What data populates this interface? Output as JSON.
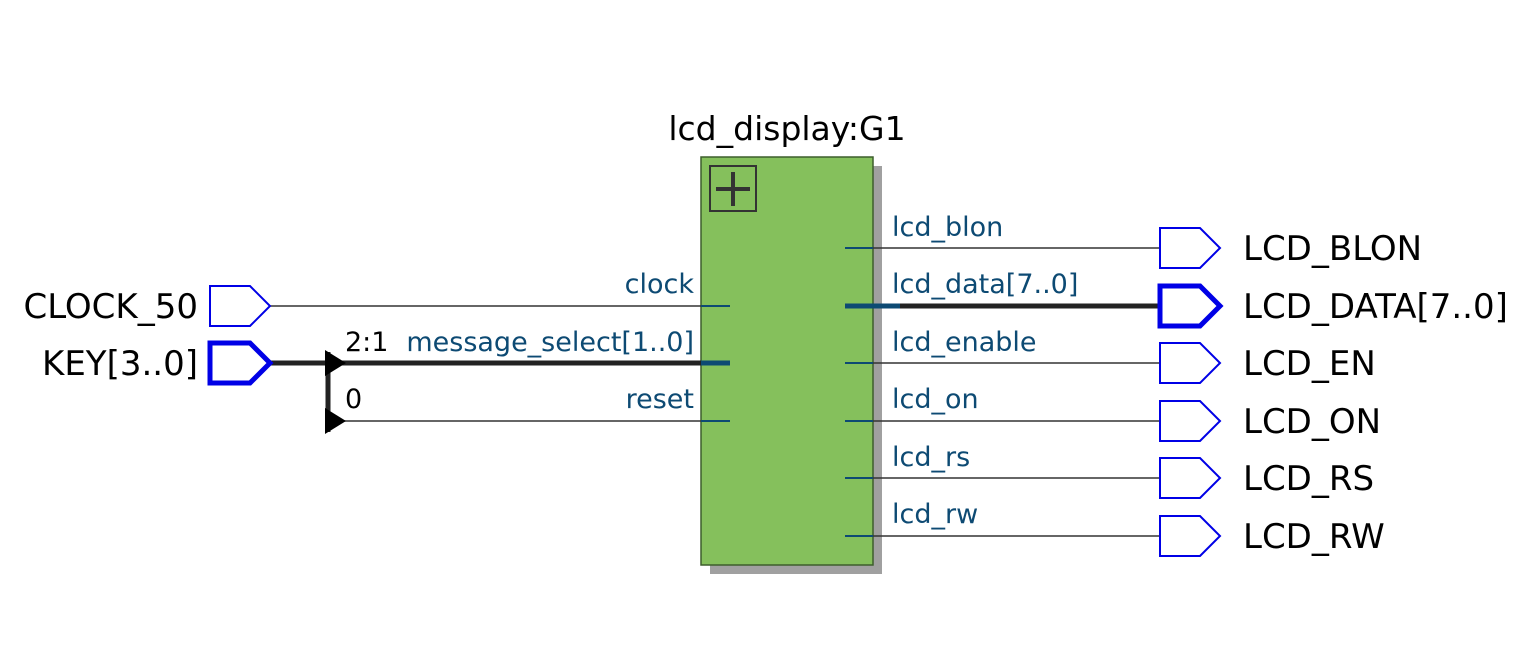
{
  "block": {
    "title": "lcd_display:G1",
    "expand_icon": "plus-icon",
    "inputs": [
      {
        "id": "clock",
        "label": "clock"
      },
      {
        "id": "message-select",
        "label": "message_select[1..0]"
      },
      {
        "id": "reset",
        "label": "reset"
      }
    ],
    "outputs": [
      {
        "id": "lcd-blon",
        "label": "lcd_blon"
      },
      {
        "id": "lcd-data",
        "label": "lcd_data[7..0]"
      },
      {
        "id": "lcd-enable",
        "label": "lcd_enable"
      },
      {
        "id": "lcd-on",
        "label": "lcd_on"
      },
      {
        "id": "lcd-rs",
        "label": "lcd_rs"
      },
      {
        "id": "lcd-rw",
        "label": "lcd_rw"
      }
    ]
  },
  "input_pins": [
    {
      "id": "clock-50",
      "label": "CLOCK_50"
    },
    {
      "id": "key",
      "label": "KEY[3..0]"
    }
  ],
  "output_pins": [
    {
      "id": "lcd-blon",
      "label": "LCD_BLON"
    },
    {
      "id": "lcd-data",
      "label": "LCD_DATA[7..0]"
    },
    {
      "id": "lcd-en",
      "label": "LCD_EN"
    },
    {
      "id": "lcd-on",
      "label": "LCD_ON"
    },
    {
      "id": "lcd-rs",
      "label": "LCD_RS"
    },
    {
      "id": "lcd-rw",
      "label": "LCD_RW"
    }
  ],
  "bus_selector": {
    "range_label": "2:1",
    "bit_label": "0"
  },
  "colors": {
    "block_fill": "#85c05c",
    "port_text": "#0d4a73",
    "pin_stroke": "#0000e6",
    "bus_wire": "#222222"
  }
}
